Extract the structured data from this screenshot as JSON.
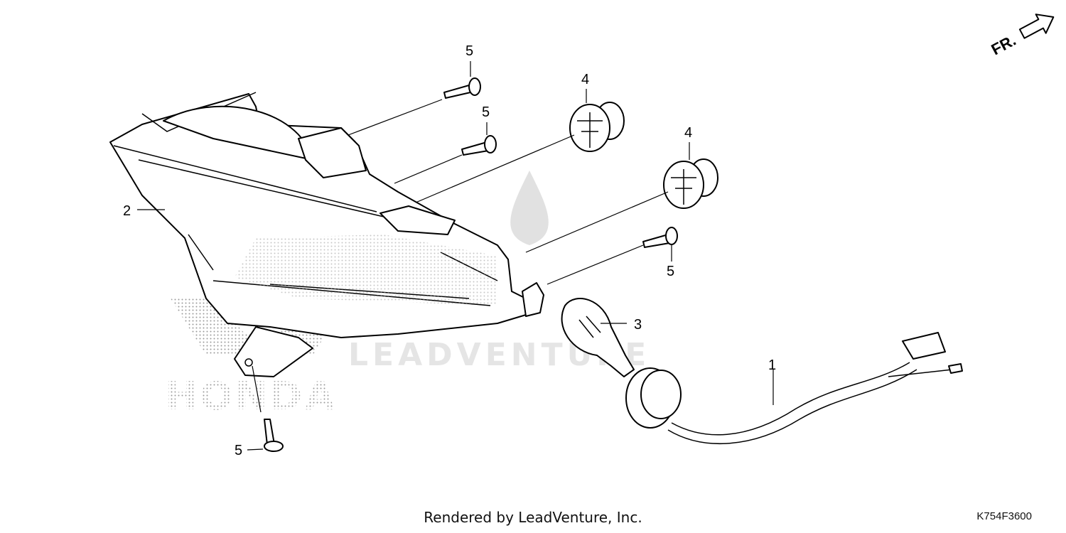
{
  "diagram": {
    "direction_label": "FR.",
    "callouts": {
      "hardware_lamp_top": "5",
      "hardware_lamp_mid": "5",
      "hardware_socket_right": "5",
      "hardware_mount_bottom": "5",
      "housing": "2",
      "bulb": "3",
      "socket_cap_upper": "4",
      "socket_cap_lower": "4",
      "harness": "1"
    },
    "watermark_brand": "HONDA",
    "watermark_dealer": "LEADVENTURE",
    "footer_text": "Rendered by LeadVenture, Inc.",
    "diagram_code": "K754F3600"
  }
}
